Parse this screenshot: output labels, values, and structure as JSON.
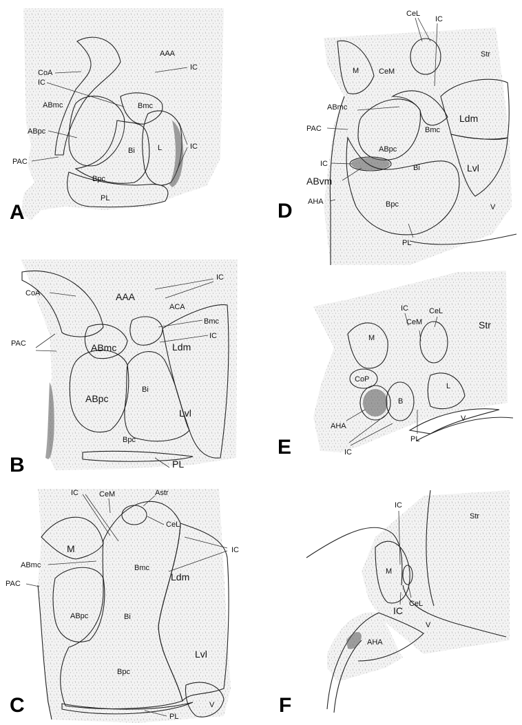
{
  "panels": {
    "A": {
      "letter": "A",
      "labels": {
        "aaa": "AAA",
        "ic_top": "IC",
        "coa": "CoA",
        "ic_left": "IC",
        "abmc": "ABmc",
        "bmc": "Bmc",
        "abpc": "ABpc",
        "bi": "Bi",
        "l": "L",
        "ic_right": "IC",
        "pac": "PAC",
        "bpc": "Bpc",
        "pl": "PL"
      }
    },
    "B": {
      "letter": "B",
      "labels": {
        "ic": "IC",
        "aaa": "AAA",
        "aca": "ACA",
        "coa": "CoA",
        "bmc": "Bmc",
        "ic2": "IC",
        "abmc": "ABmc",
        "ldm": "Ldm",
        "pac": "PAC",
        "abpc": "ABpc",
        "bi": "Bi",
        "lvl": "Lvl",
        "bpc": "Bpc",
        "pl": "PL"
      }
    },
    "C": {
      "letter": "C",
      "labels": {
        "ic_top": "IC",
        "cem": "CeM",
        "astr": "Astr",
        "cel": "CeL",
        "m": "M",
        "ic_right": "IC",
        "abmc": "ABmc",
        "bmc": "Bmc",
        "ldm": "Ldm",
        "pac": "PAC",
        "abpc": "ABpc",
        "bi": "Bi",
        "lvl": "Lvl",
        "bpc": "Bpc",
        "v": "V",
        "pl": "PL"
      }
    },
    "D": {
      "letter": "D",
      "labels": {
        "cel": "CeL",
        "ic_top": "IC",
        "str": "Str",
        "m": "M",
        "cem": "CeM",
        "abmc": "ABmc",
        "ldm": "Ldm",
        "pac": "PAC",
        "bmc": "Bmc",
        "abpc": "ABpc",
        "ic_left": "IC",
        "bi": "Bi",
        "lvl": "Lvl",
        "abvm": "ABvm",
        "aha": "AHA",
        "bpc": "Bpc",
        "v": "V",
        "pl": "PL"
      }
    },
    "E": {
      "letter": "E",
      "labels": {
        "ic": "IC",
        "cel": "CeL",
        "cem": "CeM",
        "str": "Str",
        "m": "M",
        "cop": "CoP",
        "l": "L",
        "b": "B",
        "v": "V",
        "aha": "AHA",
        "pl": "PL",
        "ic_bottom": "IC"
      }
    },
    "F": {
      "letter": "F",
      "labels": {
        "ic_top": "IC",
        "str": "Str",
        "m": "M",
        "cel": "CeL",
        "ic_bottom": "IC",
        "v": "V",
        "aha": "AHA"
      }
    }
  }
}
